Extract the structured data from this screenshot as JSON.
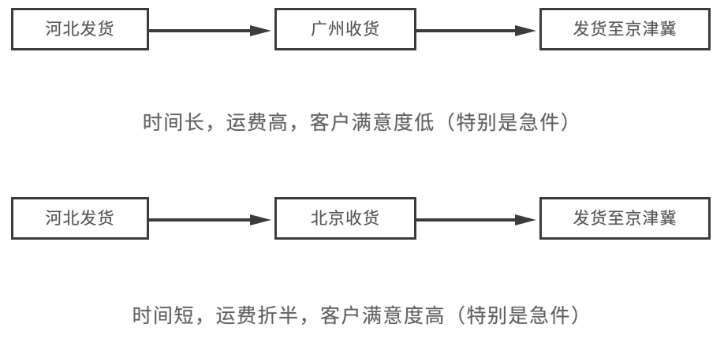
{
  "diagram": {
    "type": "flow-comparison",
    "background_color": "#ffffff",
    "box_border_color": "#3c3c3c",
    "box_fill_color": "#ffffff",
    "text_color": "#555555",
    "caption_color": "#616161",
    "arrow_color": "#3c3c3c",
    "rows": [
      {
        "id": "route-via-guangzhou",
        "nodes": [
          {
            "label": "河北发货"
          },
          {
            "label": "广州收货"
          },
          {
            "label": "发货至京津冀"
          }
        ],
        "arrows": [
          {
            "name": "arrow-right-icon"
          },
          {
            "name": "arrow-right-icon"
          }
        ],
        "caption": "时间长，运费高，客户满意度低（特别是急件）"
      },
      {
        "id": "route-via-beijing",
        "nodes": [
          {
            "label": "河北发货"
          },
          {
            "label": "北京收货"
          },
          {
            "label": "发货至京津冀"
          }
        ],
        "arrows": [
          {
            "name": "arrow-right-icon"
          },
          {
            "name": "arrow-right-icon"
          }
        ],
        "caption": "时间短，运费折半，客户满意度高（特别是急件）"
      }
    ]
  }
}
